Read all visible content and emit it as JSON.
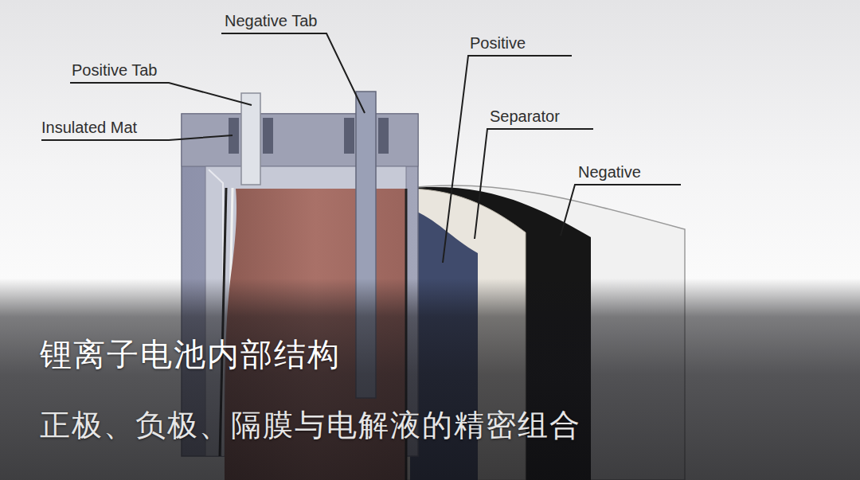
{
  "diagram": {
    "title": "锂离子电池内部结构",
    "caption": "正极、负极、隔膜与电解液的精密组合",
    "labels": [
      "Negative Tab",
      "Positive Tab",
      "Insulated Mat",
      "Positive",
      "Separator",
      "Negative"
    ]
  }
}
